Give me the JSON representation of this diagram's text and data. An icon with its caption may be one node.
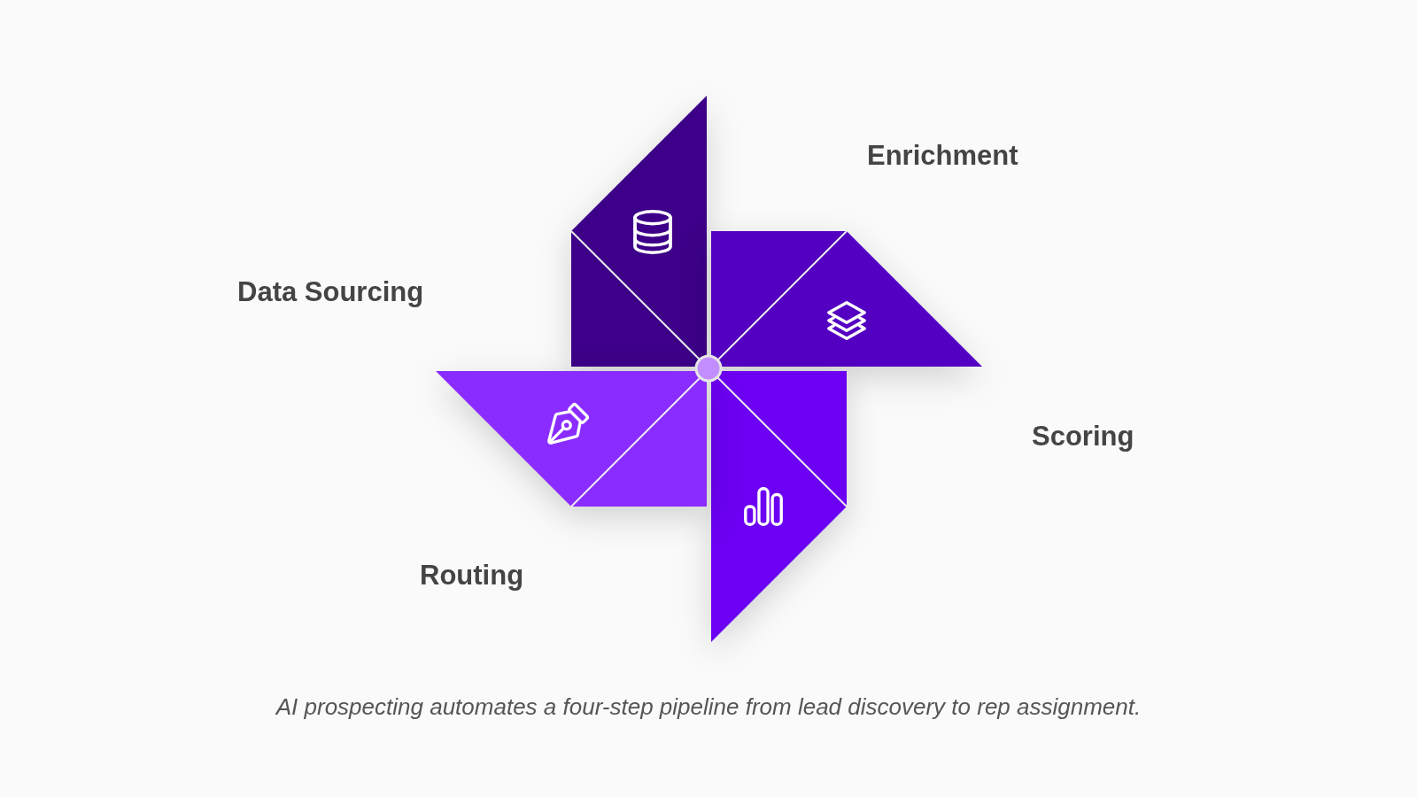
{
  "diagram": {
    "labels": [
      "Enrichment",
      "Data Sourcing",
      "Scoring",
      "Routing"
    ],
    "caption": "AI prospecting automates a four-step pipeline from lead discovery to rep assignment."
  }
}
